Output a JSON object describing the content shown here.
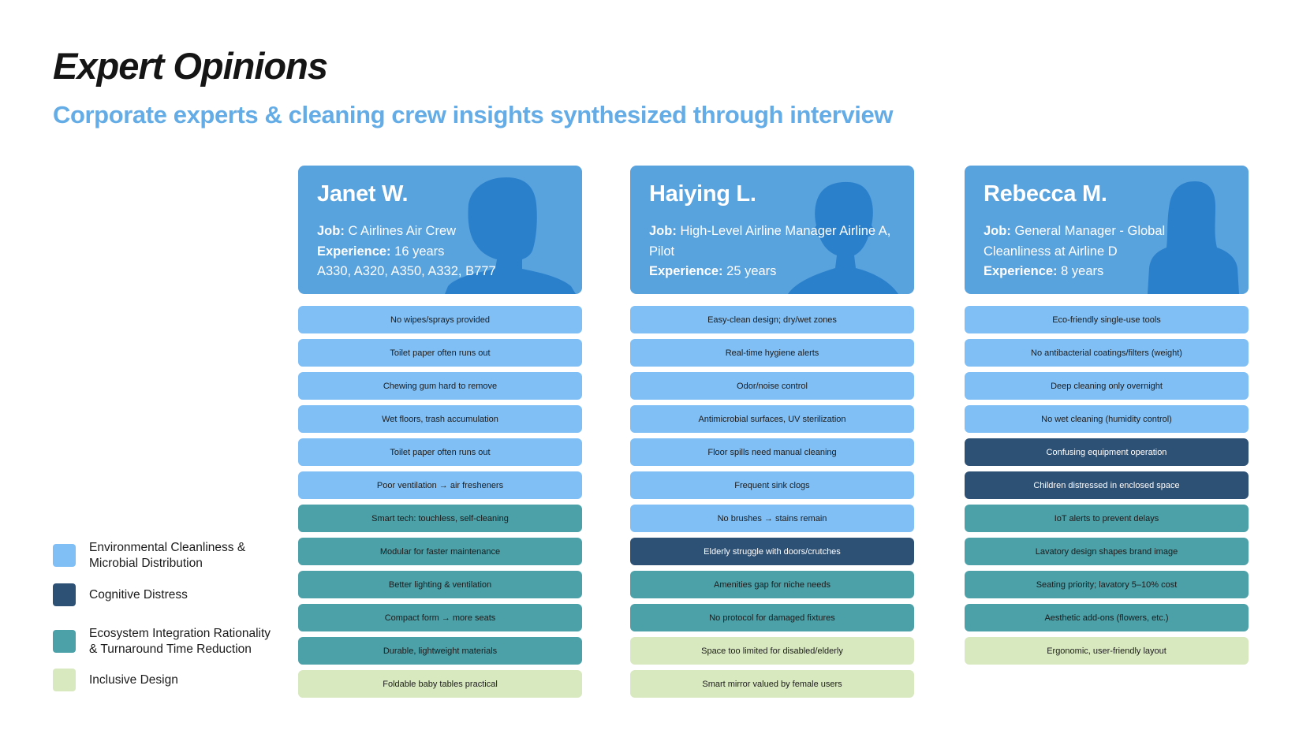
{
  "header": {
    "title": "Expert Opinions",
    "subtitle": "Corporate experts & cleaning crew insights synthesized through interview"
  },
  "legend": [
    {
      "key": "env",
      "label": "Environmental Cleanliness & Microbial Distribution",
      "color": "#80bff5"
    },
    {
      "key": "cog",
      "label": "Cognitive Distress",
      "color": "#2d5075"
    },
    {
      "key": "eco",
      "label": "Ecosystem Integration Rationality & Turnaround Time Reduction",
      "color": "#4ca0a8"
    },
    {
      "key": "inc",
      "label": "Inclusive Design",
      "color": "#d8e8bf"
    }
  ],
  "experts": [
    {
      "name": "Janet W.",
      "job_label": "Job:",
      "job": "C Airlines Air Crew",
      "experience_label": "Experience:",
      "experience": "16 years",
      "extra": "A330, A320, A350, A332, B777",
      "silhouette": "female-short-hair-silhouette-icon",
      "insights": [
        {
          "text": "No wipes/sprays provided",
          "category": "env"
        },
        {
          "text": "Toilet paper often runs out",
          "category": "env"
        },
        {
          "text": "Chewing gum hard to remove",
          "category": "env"
        },
        {
          "text": "Wet floors, trash accumulation",
          "category": "env"
        },
        {
          "text": "Toilet paper often runs out",
          "category": "env"
        },
        {
          "text": "Poor ventilation → air fresheners",
          "category": "env"
        },
        {
          "text": "Smart tech: touchless, self-cleaning",
          "category": "eco"
        },
        {
          "text": "Modular for faster maintenance",
          "category": "eco"
        },
        {
          "text": "Better lighting & ventilation",
          "category": "eco"
        },
        {
          "text": "Compact form → more seats",
          "category": "eco"
        },
        {
          "text": "Durable, lightweight materials",
          "category": "eco"
        },
        {
          "text": "Foldable baby tables practical",
          "category": "inc"
        }
      ]
    },
    {
      "name": "Haiying L.",
      "job_label": "Job:",
      "job": "High-Level Airline Manager Airline A, Pilot",
      "experience_label": "Experience:",
      "experience": "25 years",
      "extra": "",
      "silhouette": "male-curly-hair-silhouette-icon",
      "insights": [
        {
          "text": "Easy-clean design; dry/wet zones",
          "category": "env"
        },
        {
          "text": "Real-time hygiene alerts",
          "category": "env"
        },
        {
          "text": "Odor/noise control",
          "category": "env"
        },
        {
          "text": "Antimicrobial surfaces, UV sterilization",
          "category": "env"
        },
        {
          "text": "Floor spills need manual cleaning",
          "category": "env"
        },
        {
          "text": "Frequent sink clogs",
          "category": "env"
        },
        {
          "text": "No brushes → stains remain",
          "category": "env"
        },
        {
          "text": "Elderly struggle with doors/crutches",
          "category": "cog"
        },
        {
          "text": "Amenities gap for niche needs",
          "category": "eco"
        },
        {
          "text": "No protocol for damaged fixtures",
          "category": "eco"
        },
        {
          "text": "Space too limited for disabled/elderly",
          "category": "inc"
        },
        {
          "text": "Smart mirror valued by female users",
          "category": "inc"
        }
      ]
    },
    {
      "name": "Rebecca M.",
      "job_label": "Job:",
      "job": "General Manager - Global Cleanliness at Airline D",
      "experience_label": "Experience:",
      "experience": "8 years",
      "extra": "",
      "silhouette": "female-long-hair-silhouette-icon",
      "insights": [
        {
          "text": "Eco-friendly single-use tools",
          "category": "env"
        },
        {
          "text": "No antibacterial coatings/filters (weight)",
          "category": "env"
        },
        {
          "text": "Deep cleaning only overnight",
          "category": "env"
        },
        {
          "text": "No wet cleaning (humidity control)",
          "category": "env"
        },
        {
          "text": "Confusing equipment operation",
          "category": "cog"
        },
        {
          "text": "Children distressed in enclosed space",
          "category": "cog"
        },
        {
          "text": "IoT alerts to prevent delays",
          "category": "eco"
        },
        {
          "text": "Lavatory design shapes brand image",
          "category": "eco"
        },
        {
          "text": "Seating priority; lavatory 5–10% cost",
          "category": "eco"
        },
        {
          "text": "Aesthetic add-ons (flowers, etc.)",
          "category": "eco"
        },
        {
          "text": "Ergonomic, user-friendly layout",
          "category": "inc"
        }
      ]
    }
  ]
}
